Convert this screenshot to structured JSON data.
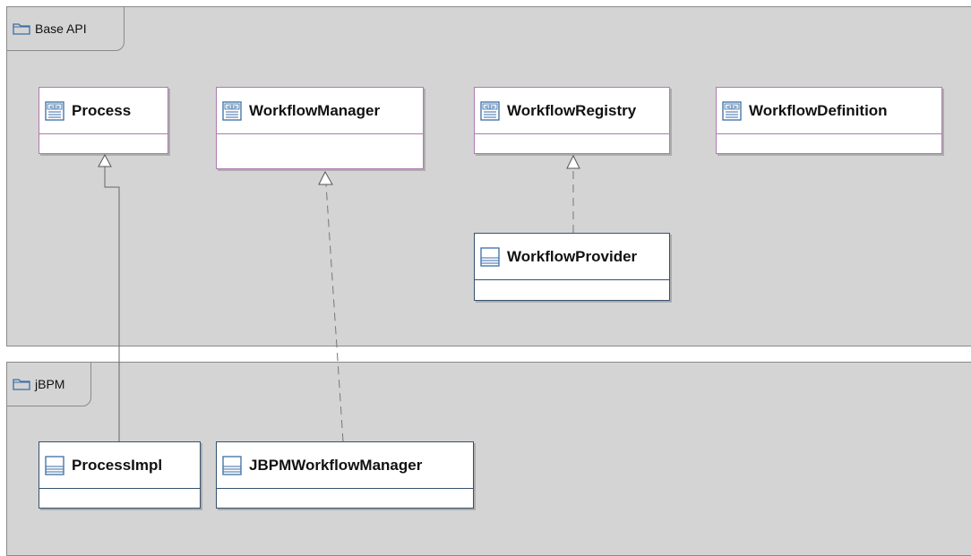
{
  "packages": {
    "base_api": {
      "label": "Base API"
    },
    "jbpm": {
      "label": "jBPM"
    }
  },
  "classes": {
    "process": {
      "name": "Process",
      "kind": "interface"
    },
    "workflow_manager": {
      "name": "WorkflowManager",
      "kind": "interface"
    },
    "workflow_registry": {
      "name": "WorkflowRegistry",
      "kind": "interface"
    },
    "workflow_definition": {
      "name": "WorkflowDefinition",
      "kind": "interface"
    },
    "workflow_provider": {
      "name": "WorkflowProvider",
      "kind": "class"
    },
    "process_impl": {
      "name": "ProcessImpl",
      "kind": "class"
    },
    "jbpm_workflow_manager": {
      "name": "JBPMWorkflowManager",
      "kind": "class"
    }
  },
  "relations": [
    {
      "from": "ProcessImpl",
      "to": "Process",
      "type": "realization-solid"
    },
    {
      "from": "JBPMWorkflowManager",
      "to": "WorkflowManager",
      "type": "realization-dashed"
    },
    {
      "from": "WorkflowProvider",
      "to": "WorkflowRegistry",
      "type": "realization-dashed"
    }
  ],
  "colors": {
    "package_fill": "#d4d4d4",
    "interface_border": "#b07ab0",
    "class_border": "#35506e",
    "icon_blue": "#3a6ea5"
  }
}
